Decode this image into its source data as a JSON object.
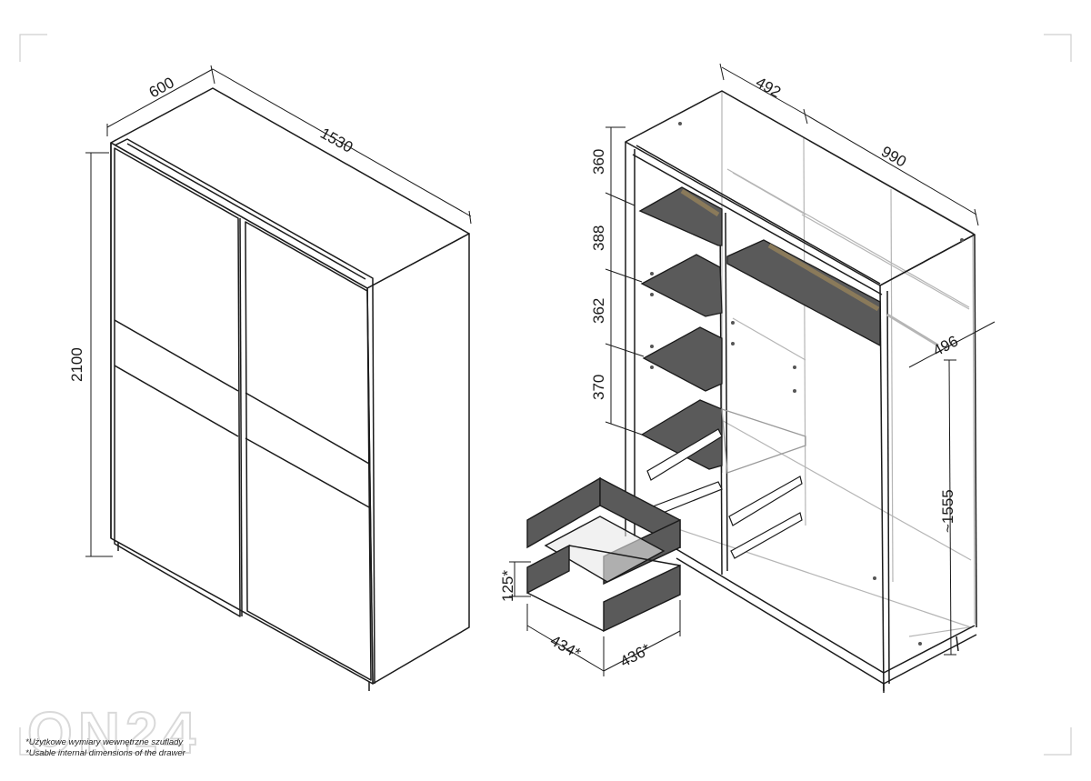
{
  "dimensions": {
    "depth": "600",
    "width": "1530",
    "height": "2100",
    "interior_depth": "492",
    "interior_width": "990",
    "shelf_gap_1": "360",
    "shelf_gap_2": "388",
    "shelf_gap_3": "362",
    "shelf_gap_4": "370",
    "rail_depth": "496",
    "hanging_height": "~1555",
    "drawer_height": "125*",
    "drawer_width": "434*",
    "drawer_depth": "436*"
  },
  "notes": {
    "line_pl": "*Użytkowe wymiary wewnętrzne szuflady",
    "line_en": "*Usable internal dimensions of the drawer"
  },
  "watermark": "ON24",
  "colors": {
    "line": "#1a1a1a",
    "ghost": "#b5b5b5",
    "shelf": "#5a5a5a",
    "rail": "#8a7a5a"
  }
}
